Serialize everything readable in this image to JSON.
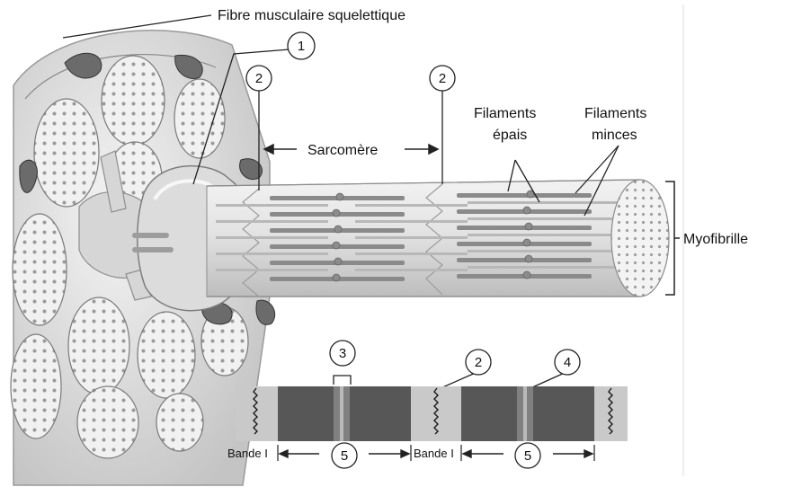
{
  "labels": {
    "fibre": "Fibre musculaire squelettique",
    "sarcomere": "Sarcomère",
    "thick_line1": "Filaments",
    "thick_line2": "épais",
    "thin_line1": "Filaments",
    "thin_line2": "minces",
    "myofibrille": "Myofibrille",
    "bande_i_left": "Bande I",
    "bande_i_right": "Bande I"
  },
  "markers": {
    "m1": "1",
    "m2a": "2",
    "m2b": "2",
    "m2c": "2",
    "m3": "3",
    "m4": "4",
    "m5a": "5",
    "m5b": "5"
  },
  "colors": {
    "line": "#222222",
    "fibre_fill": "#e6e6e6",
    "myofibril_fill": "#ededed",
    "band_dark": "#555555",
    "band_light": "#c9c9c9",
    "thick_filament": "#8a8a8a",
    "thin_filament": "#b3b3b3"
  }
}
